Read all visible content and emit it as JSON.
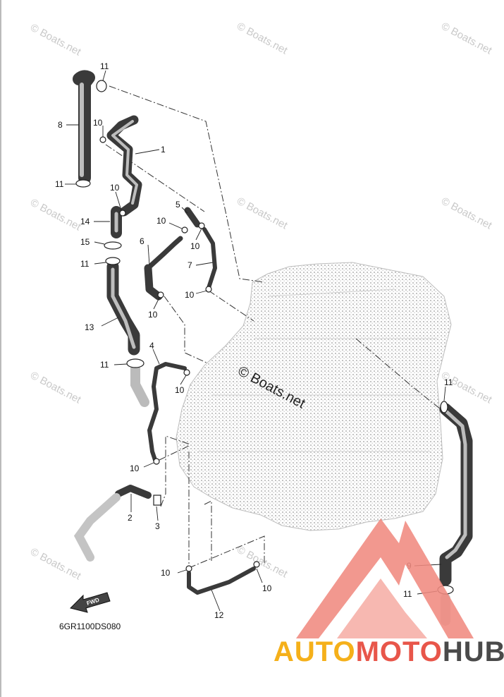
{
  "diagram": {
    "code": "6GR1100DS080",
    "fwd_text": "FWD",
    "watermark": "© Boats.net",
    "labels": [
      {
        "id": "p1",
        "text": "1"
      },
      {
        "id": "p2",
        "text": "2"
      },
      {
        "id": "p3",
        "text": "3"
      },
      {
        "id": "p4",
        "text": "4"
      },
      {
        "id": "p5",
        "text": "5"
      },
      {
        "id": "p6",
        "text": "6"
      },
      {
        "id": "p7",
        "text": "7"
      },
      {
        "id": "p8",
        "text": "8"
      },
      {
        "id": "p9",
        "text": "9"
      },
      {
        "id": "p10a",
        "text": "10"
      },
      {
        "id": "p10b",
        "text": "10"
      },
      {
        "id": "p10c",
        "text": "10"
      },
      {
        "id": "p10d",
        "text": "10"
      },
      {
        "id": "p10e",
        "text": "10"
      },
      {
        "id": "p10f",
        "text": "10"
      },
      {
        "id": "p10g",
        "text": "10"
      },
      {
        "id": "p10h",
        "text": "10"
      },
      {
        "id": "p10i",
        "text": "10"
      },
      {
        "id": "p10j",
        "text": "10"
      },
      {
        "id": "p11a",
        "text": "11"
      },
      {
        "id": "p11b",
        "text": "11"
      },
      {
        "id": "p11c",
        "text": "11"
      },
      {
        "id": "p11d",
        "text": "11"
      },
      {
        "id": "p11e",
        "text": "11"
      },
      {
        "id": "p11f",
        "text": "11"
      },
      {
        "id": "p12",
        "text": "12"
      },
      {
        "id": "p13",
        "text": "13"
      },
      {
        "id": "p14",
        "text": "14"
      },
      {
        "id": "p15",
        "text": "15"
      }
    ]
  },
  "logo": {
    "part1": "AUTO",
    "part2": "MOTO",
    "part3": "HUB",
    "colors": {
      "auto": "#f5b01a",
      "moto": "#e8564a",
      "hub": "#4a4a4a",
      "triangle": "#e8564a"
    }
  }
}
